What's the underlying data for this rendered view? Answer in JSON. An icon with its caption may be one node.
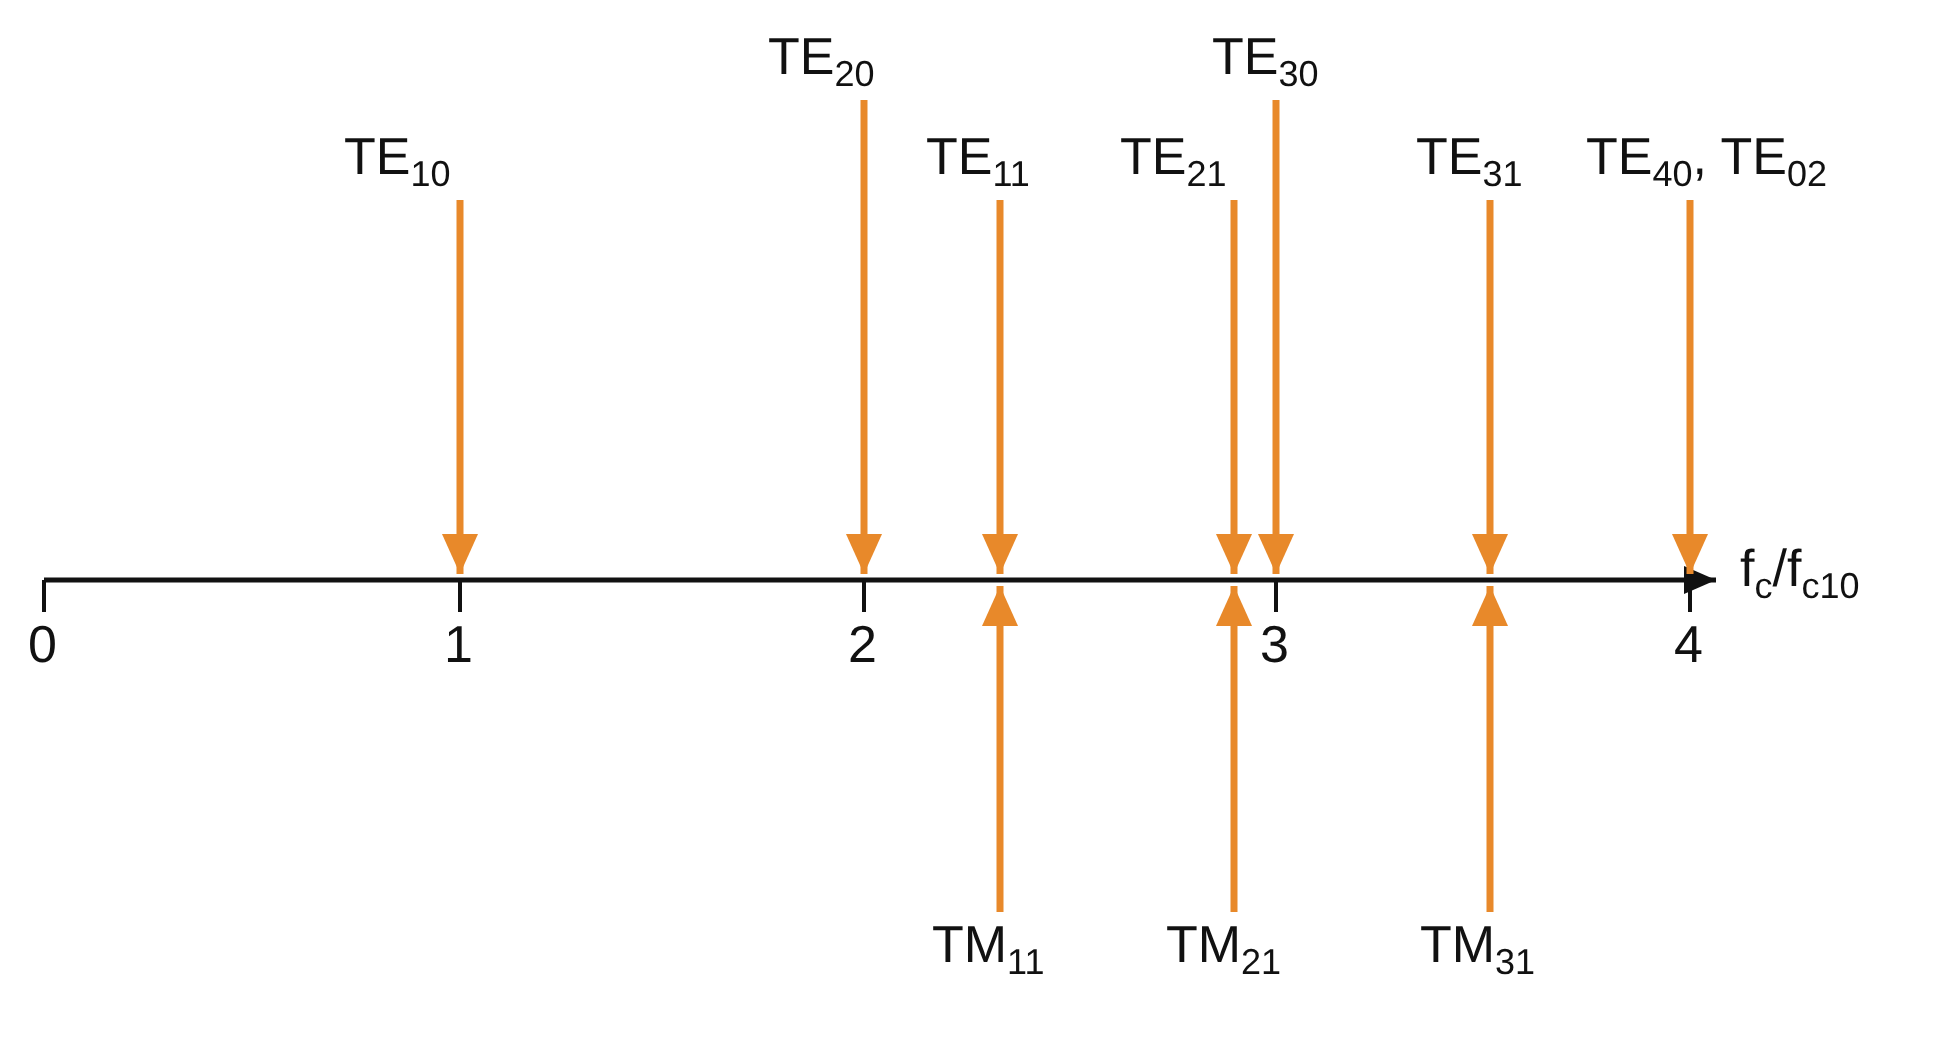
{
  "diagram": {
    "nodes": [
      {
        "text": [
          "TE$_{10}$"
        ]
      },
      {
        "text": [
          "TE$_{20}$"
        ]
      },
      {
        "text": [
          "TE$_{11}$"
        ]
      },
      {
        "text": [
          "TE$_{21}$"
        ]
      },
      {
        "text": [
          "TE$_{30}$"
        ]
      },
      {
        "text": [
          "TE$_{31}$"
        ]
      },
      {
        "text": [
          "TE$_{40}$, TE$_{02}$"
        ]
      },
      {
        "text": [
          "TM$_{11}$"
        ]
      },
      {
        "text": [
          "TM$_{21}$"
        ]
      },
      {
        "text": [
          "TM$_{31}$"
        ]
      }
    ],
    "edges": [
      {
        "from": 0,
        "to": null,
        "arrow": "to"
      },
      {
        "from": 1,
        "to": null,
        "arrow": "to"
      },
      {
        "from": 2,
        "to": null,
        "arrow": "to"
      },
      {
        "from": 3,
        "to": null,
        "arrow": "to"
      },
      {
        "from": 4,
        "to": null,
        "arrow": "to"
      },
      {
        "from": 5,
        "to": null,
        "arrow": "to"
      },
      {
        "from": 6,
        "to": null,
        "arrow": "to"
      },
      {
        "from": 7,
        "to": null,
        "arrow": "to"
      },
      {
        "from": 8,
        "to": null,
        "arrow": "to"
      },
      {
        "from": 9,
        "to": null,
        "arrow": "to"
      }
    ],
    "labels": [
      "0",
      "1",
      "2",
      "3",
      "4",
      "f$_{c}$/f$_{c10}$"
    ]
  }
}
